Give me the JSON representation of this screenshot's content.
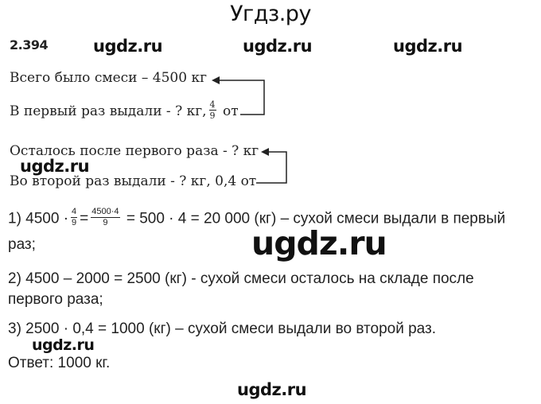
{
  "header": {
    "site_title": "Угдз.ру"
  },
  "problem": {
    "number": "2.394"
  },
  "watermarks": {
    "top": [
      "ugdz.ru",
      "ugdz.ru",
      "ugdz.ru"
    ],
    "left_middle": "ugdz.ru",
    "center_big": "ugdz.ru",
    "left_bottom": "ugdz.ru",
    "footer": "ugdz.ru"
  },
  "scheme": {
    "line1": "Всего было смеси – 4500 кг",
    "line2_prefix": "В первый раз выдали - ? кг,",
    "line2_frac_num": "4",
    "line2_frac_den": "9",
    "line2_suffix": "от",
    "line3": "Осталось после первого раза - ? кг",
    "line4": "Во второй раз выдали - ? кг, 0,4 от"
  },
  "solution": {
    "step1": {
      "prefix": "1) 4500 ·",
      "frac1_num": "4",
      "frac1_den": "9",
      "eq1": "=",
      "frac2_num": "4500·4",
      "frac2_den": "9",
      "rest": "= 500 · 4 = 20 000 (кг) – сухой смеси выдали в первый",
      "continuation": "раз;"
    },
    "step2": {
      "line1": "2) 4500 – 2000 = 2500 (кг) - сухой смеси осталось на складе после",
      "line2": "первого раза;"
    },
    "step3": {
      "line1": "3) 2500 · 0,4 = 1000 (кг) – сухой смеси выдали во второй раз."
    },
    "answer": "Ответ: 1000 кг."
  }
}
